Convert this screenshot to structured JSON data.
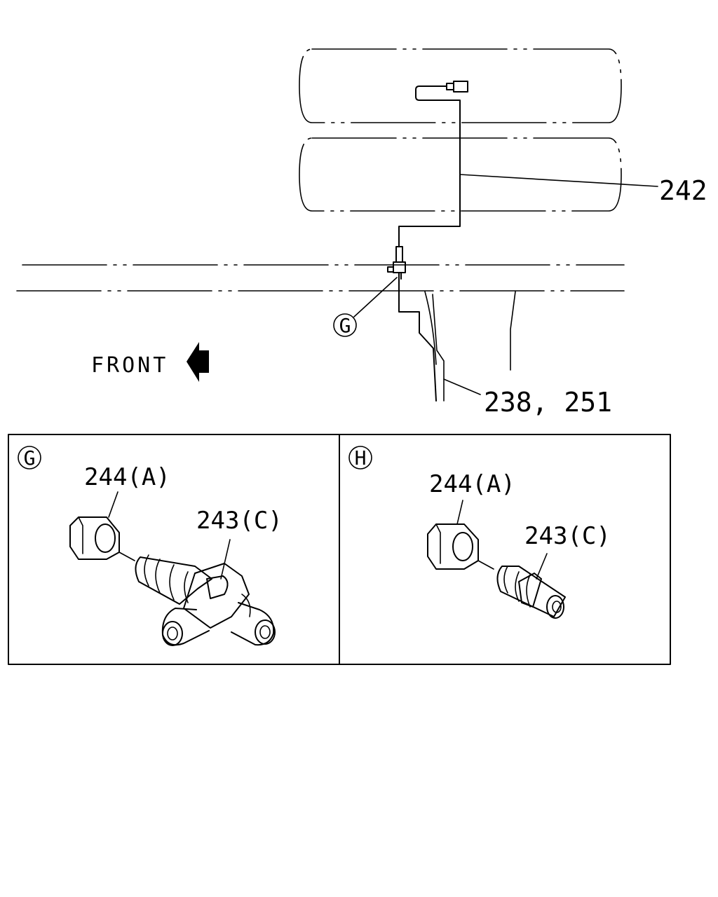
{
  "labels": {
    "hose_harness": "242",
    "pipes": "238, 251",
    "front": "FRONT",
    "callout_g": "G",
    "detail_g": {
      "marker": "G",
      "nut": "244(A)",
      "connector": "243(C)"
    },
    "detail_h": {
      "marker": "H",
      "nut": "244(A)",
      "connector": "243(C)"
    }
  },
  "icons": {
    "front_arrow": "left-arrow-icon"
  },
  "colors": {
    "line": "#000000",
    "background": "#ffffff"
  }
}
